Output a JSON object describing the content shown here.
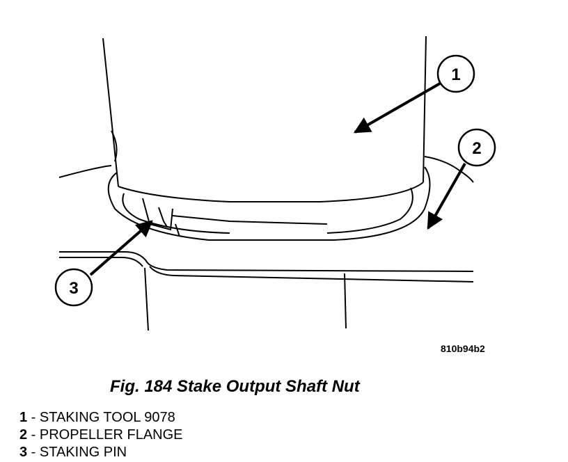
{
  "figure": {
    "id": "810b94b2",
    "callouts": [
      "1",
      "2",
      "3"
    ]
  },
  "caption": "Fig. 184 Stake Output Shaft Nut",
  "legend": [
    {
      "num": "1",
      "text": " - STAKING TOOL 9078"
    },
    {
      "num": "2",
      "text": " - PROPELLER FLANGE"
    },
    {
      "num": "3",
      "text": " - STAKING PIN"
    }
  ]
}
